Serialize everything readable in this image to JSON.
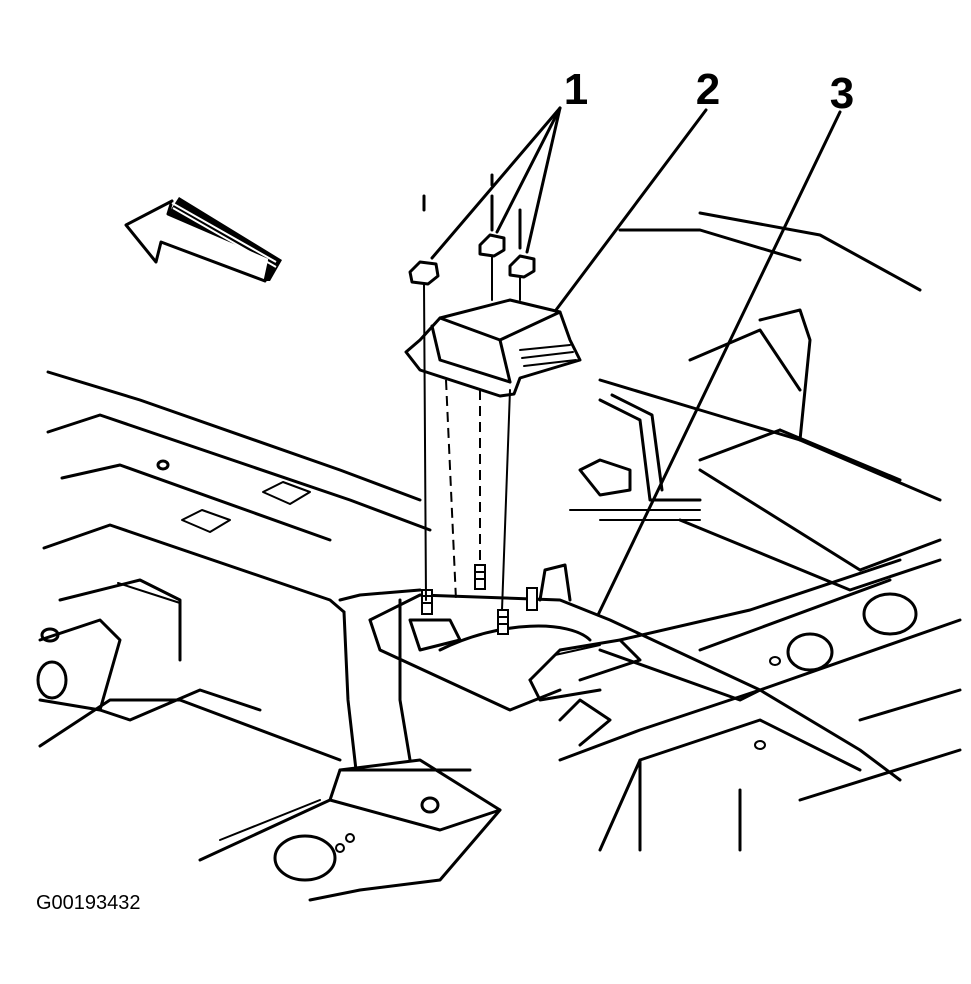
{
  "diagram": {
    "figure_id": "G00193432",
    "callouts": [
      {
        "number": "1"
      },
      {
        "number": "2"
      },
      {
        "number": "3"
      }
    ]
  }
}
